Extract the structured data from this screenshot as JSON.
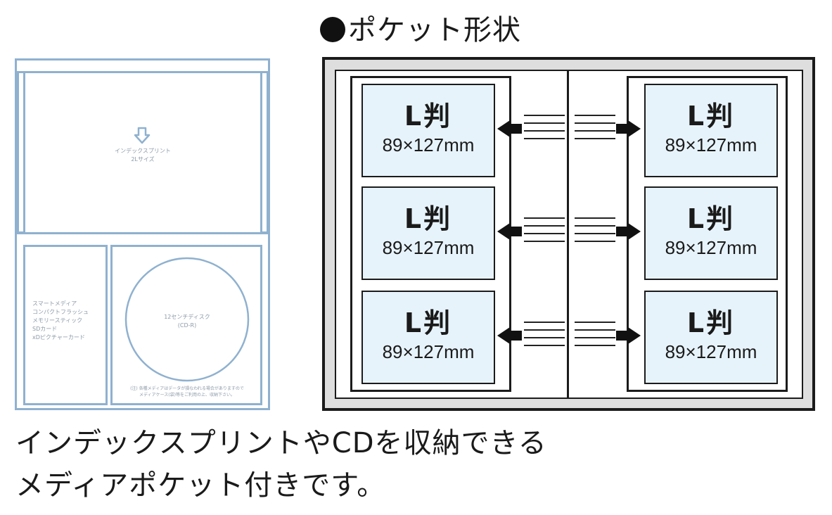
{
  "heading": "ポケット形状",
  "media_pocket": {
    "index_print_label_line1": "インデックスプリント",
    "index_print_label_line2": "2Lサイズ",
    "card_list": [
      "スマートメディア",
      "コンパクトフラッシュ",
      "メモリースティック",
      "SDカード",
      "xDピクチャーカード"
    ],
    "cd_label_line1": "12センチディスク",
    "cd_label_line2": "(CD-R)",
    "note_line1": "(注) 各種メディアはデータが損なわれる場合がありますので",
    "note_line2": "メディアケース(袋)等をご利用の上、収納下さい。"
  },
  "pockets": {
    "label": "L判",
    "size": "89×127mm",
    "left_column": [
      {
        "label": "L判",
        "size": "89×127mm"
      },
      {
        "label": "L判",
        "size": "89×127mm"
      },
      {
        "label": "L判",
        "size": "89×127mm"
      }
    ],
    "right_column": [
      {
        "label": "L判",
        "size": "89×127mm"
      },
      {
        "label": "L判",
        "size": "89×127mm"
      },
      {
        "label": "L判",
        "size": "89×127mm"
      }
    ]
  },
  "caption": {
    "line1": "インデックスプリントやCDを収納できる",
    "line2": "メディアポケット付きです。"
  },
  "colors": {
    "pocket_outline": "#8fb1cf",
    "photo_fill": "#e7f3fb",
    "album_frame": "#dedede"
  }
}
